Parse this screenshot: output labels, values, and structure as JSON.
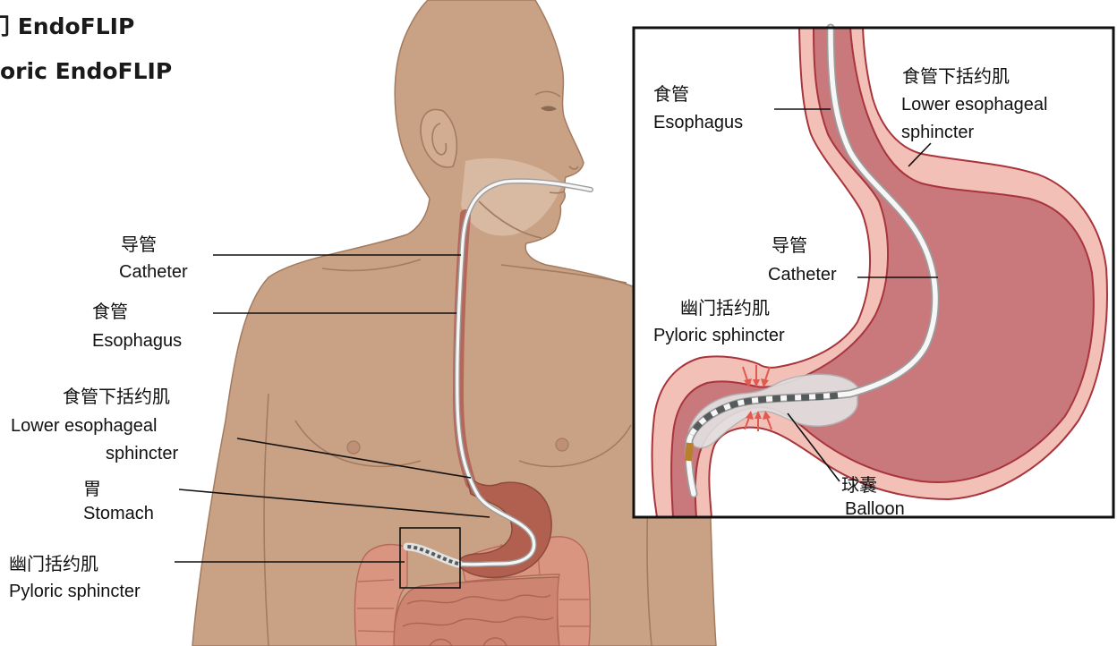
{
  "title": {
    "line1": "门 EndoFLIP",
    "line2": "oric EndoFLIP"
  },
  "figure": {
    "catheter": {
      "zh": "导管",
      "en": "Catheter"
    },
    "esophagus": {
      "zh": "食管",
      "en": "Esophagus"
    },
    "les": {
      "zh": "食管下括约肌",
      "en_1": "Lower esophageal",
      "en_2": "sphincter"
    },
    "stomach": {
      "zh": "胃",
      "en": "Stomach"
    },
    "pylorus": {
      "zh": "幽门括约肌",
      "en": "Pyloric sphincter"
    }
  },
  "inset": {
    "esophagus": {
      "zh": "食管",
      "en": "Esophagus"
    },
    "les": {
      "zh": "食管下括约肌",
      "en_1": "Lower esophageal",
      "en_2": "sphincter"
    },
    "catheter": {
      "zh": "导管",
      "en": "Catheter"
    },
    "pylorus": {
      "zh": "幽门括约肌",
      "en": "Pyloric sphincter"
    },
    "balloon": {
      "zh": "球囊",
      "en": "Balloon"
    }
  },
  "colors": {
    "skin": "#c9a184",
    "ear": "#d3ad91",
    "throat_overlay": "#e3c9b6",
    "body_stomach": "#b1604f",
    "body_esophagus": "#b5675a",
    "colon": "#d99580",
    "small_intestine": "#cd8571",
    "stomach_wall": "#f3c0b8",
    "stomach_lumen": "#c9787c",
    "balloon": "#e2e2e2",
    "pylorus_arrow": "#e05a4f",
    "marker": "#b8802d"
  }
}
